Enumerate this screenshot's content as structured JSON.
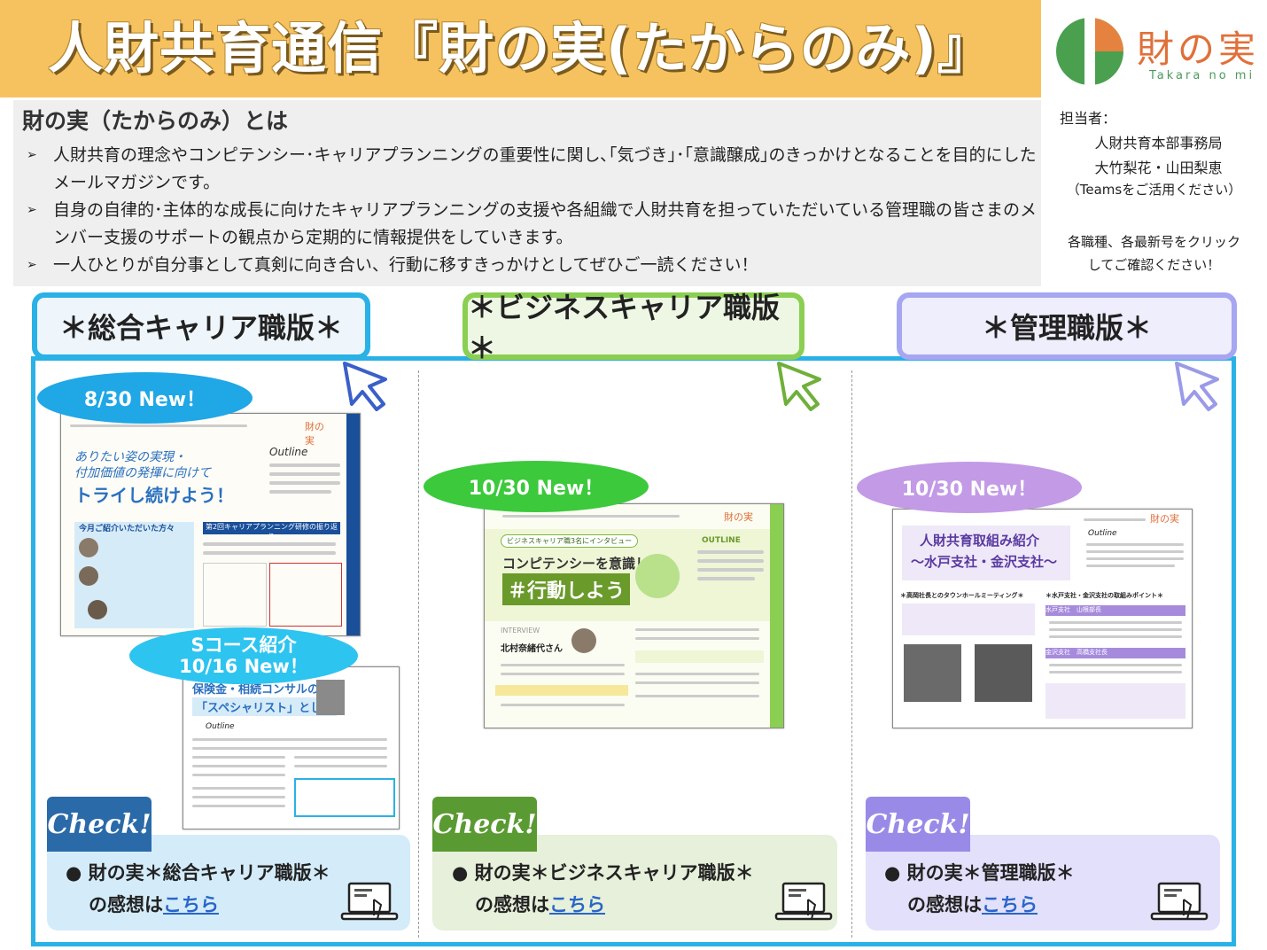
{
  "header": {
    "title": "人財共育通信『財の実(たからのみ)』",
    "logo_text": "財の実",
    "logo_sub": "Takara no mi",
    "logo_colors": {
      "green": "#4aa04f",
      "orange": "#e6823f"
    }
  },
  "about": {
    "title": "財の実（たからのみ）とは",
    "bullets": [
      "人財共育の理念やコンピテンシー･キャリアプランニングの重要性に関し､｢気づき｣･｢意識醸成｣のきっかけとなることを目的にしたメールマガジンです。",
      "自身の自律的･主体的な成長に向けたキャリアプランニングの支援や各組織で人財共育を担っていただいている管理職の皆さまのメンバー支援のサポートの観点から定期的に情報提供をしていきます。",
      "一人ひとりが自分事として真剣に向き合い、行動に移すきっかけとしてぜひご一読ください！"
    ]
  },
  "contact": {
    "label": "担当者：",
    "dept": "人財共育本部事務局",
    "names": "大竹梨花・山田梨恵",
    "note": "（Teamsをご活用ください）",
    "instruction_1": "各職種、各最新号をクリック",
    "instruction_2": "してご確認ください！"
  },
  "tabs": {
    "general": "＊総合キャリア職版＊",
    "business": "＊ビジネスキャリア職版＊",
    "manager": "＊管理職版＊"
  },
  "badges": {
    "general": "8/30 New！",
    "general_scourse_1": "Sコース紹介",
    "general_scourse_2": "10/16 New！",
    "business": "10/30 New！",
    "manager": "10/30 New！"
  },
  "thumbnails": {
    "general_headline_1": "ありたい姿の実現・",
    "general_headline_2": "付加価値の発揮に向けて",
    "general_headline_3": "トライし続けよう！",
    "general_outline": "Outline",
    "general_section_1": "今月ご紹介いただいた方々",
    "general_section_2": "第2回キャリアプランニング研修の振り返り",
    "scourse_headline_1": "保険金・相続コンサルの",
    "scourse_headline_2": "「スペシャリスト」として",
    "scourse_outline": "Outline",
    "business_tag": "ビジネスキャリア職3名にインタビュー",
    "business_headline_1": "コンピテンシーを意識して",
    "business_headline_2": "＃行動しよう",
    "business_outline": "OUTLINE",
    "business_interview": "INTERVIEW",
    "business_name": "北村奈緒代さん",
    "manager_headline_1": "人財共育取組み紹介",
    "manager_headline_2": "～水戸支社・金沢支社～",
    "manager_outline": "Outline",
    "manager_section_1": "＊高岡社長とのタウンホールミーティング＊",
    "manager_section_2": "＊水戸支社・金沢支社の取組みポイント＊",
    "manager_point_1": "水戸支社　山根部長",
    "manager_point_2": "金沢支社　高橋支社長"
  },
  "check": {
    "tag": "Check!",
    "general_line1": "財の実＊総合キャリア職版＊",
    "business_line1": "財の実＊ビジネスキャリア職版＊",
    "manager_line1": "財の実＊管理職版＊",
    "line2_prefix": "の感想は",
    "link": "こちら"
  },
  "colors": {
    "title_bar": "#f6c260",
    "blue": "#2ab1e6",
    "green": "#8bcf52",
    "purple": "#a6a6f2",
    "badge_blue": "#1fa7e6",
    "badge_green": "#3cc93c",
    "badge_purple": "#c39ae6"
  }
}
